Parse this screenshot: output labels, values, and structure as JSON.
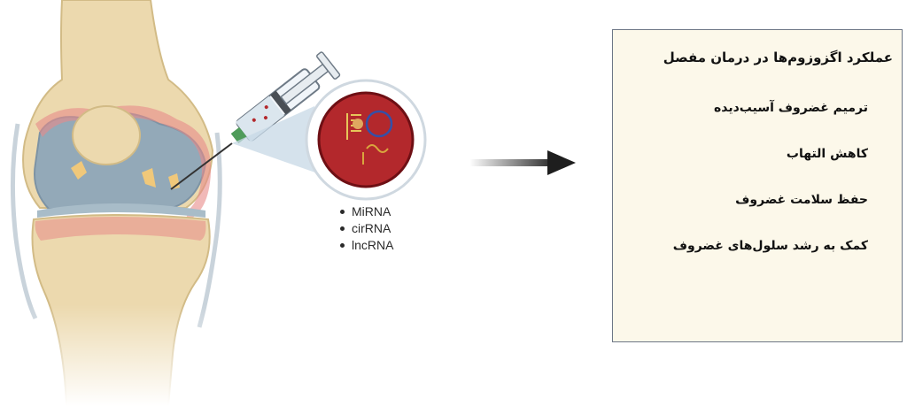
{
  "rna_types": [
    "MiRNA",
    "cirRNA",
    "lncRNA"
  ],
  "panel": {
    "title": "عملکرد اگزوزوم‌ها در درمان مفصل",
    "items": [
      "ترمیم غضروف آسیب‌دیده",
      "کاهش التهاب",
      "حفظ سلامت غضروف",
      "کمک به رشد سلول‌های غضروف"
    ]
  },
  "colors": {
    "bone": "#ecd9ae",
    "cartilage": "#93a9b8",
    "inflammation": "#e88b88",
    "exosome": "#b3282c",
    "panel_bg": "#fcf8ea",
    "arrow": "#1e1e1e"
  }
}
